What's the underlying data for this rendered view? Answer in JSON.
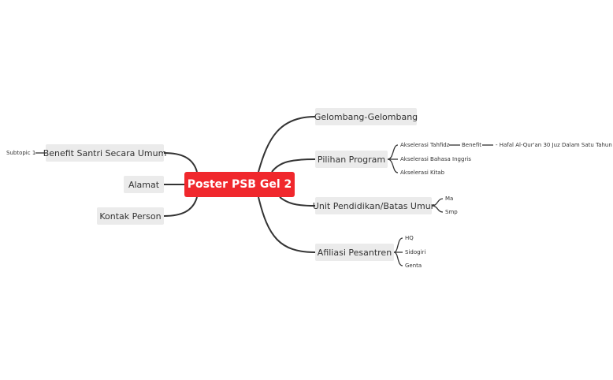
{
  "central": "Poster PSB Gel 2",
  "left": [
    {
      "label": "Benefit Santri Secara Umum",
      "children": [
        "Subtopic 1"
      ]
    },
    {
      "label": "Alamat"
    },
    {
      "label": "Kontak Person"
    }
  ],
  "right": [
    {
      "label": "Gelombang-Gelombang"
    },
    {
      "label": "Pilihan Program",
      "children": [
        {
          "label": "Akselerasi Tahfidz",
          "child": "Benefit",
          "grandchild": "- Hafal Al-Qur'an 30 Juz Dalam Satu Tahun"
        },
        {
          "label": "Akselerasi Bahasa Inggris"
        },
        {
          "label": "Akselerasi Kitab"
        }
      ]
    },
    {
      "label": "Unit Pendidikan/Batas Umur",
      "children": [
        "Ma",
        "Smp"
      ]
    },
    {
      "label": "Afiliasi Pesantren",
      "children": [
        "HQ",
        "Sidogiri",
        "Genta"
      ]
    }
  ],
  "colors": {
    "central_fill": "#f0282d",
    "node_fill": "#ebebeb",
    "line": "#333333"
  }
}
